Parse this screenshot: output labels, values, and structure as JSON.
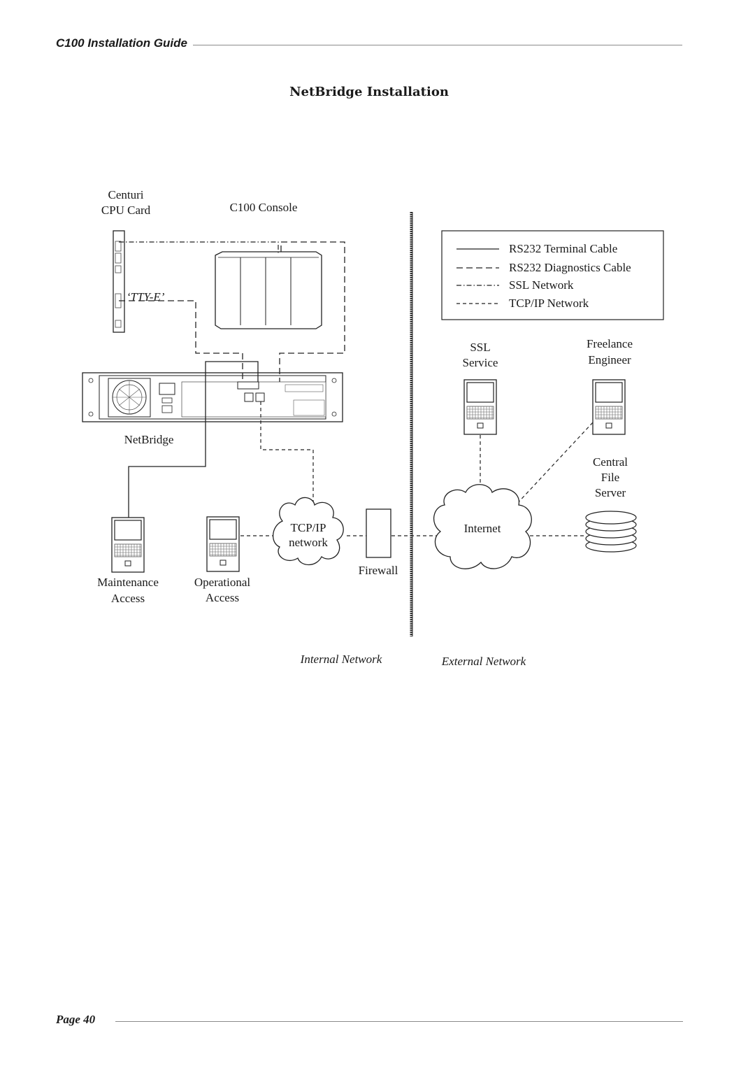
{
  "header": {
    "title": "C100 Installation Guide"
  },
  "section": {
    "title": "NetBridge Installation"
  },
  "footer": {
    "page": "Page 40"
  },
  "diagram": {
    "nodes": {
      "cpu_card": [
        "Centuri",
        "CPU Card"
      ],
      "console": "C100 Console",
      "tty_label": "‘TTY-E’",
      "netbridge": "NetBridge",
      "maintenance": [
        "Maintenance",
        "Access"
      ],
      "operational": [
        "Operational",
        "Access"
      ],
      "tcpip_cloud": [
        "TCP/IP",
        "network"
      ],
      "firewall": "Firewall",
      "internet": "Internet",
      "ssl_service": [
        "SSL",
        "Service"
      ],
      "freelance": [
        "Freelance",
        "Engineer"
      ],
      "file_server": [
        "Central",
        "File",
        "Server"
      ]
    },
    "legend": {
      "rs232_terminal": "RS232 Terminal Cable",
      "rs232_diagnostics": "RS232 Diagnostics Cable",
      "ssl_network": "SSL Network",
      "tcpip_network": "TCP/IP Network"
    },
    "zones": {
      "internal": "Internal Network",
      "external": "External Network"
    }
  }
}
